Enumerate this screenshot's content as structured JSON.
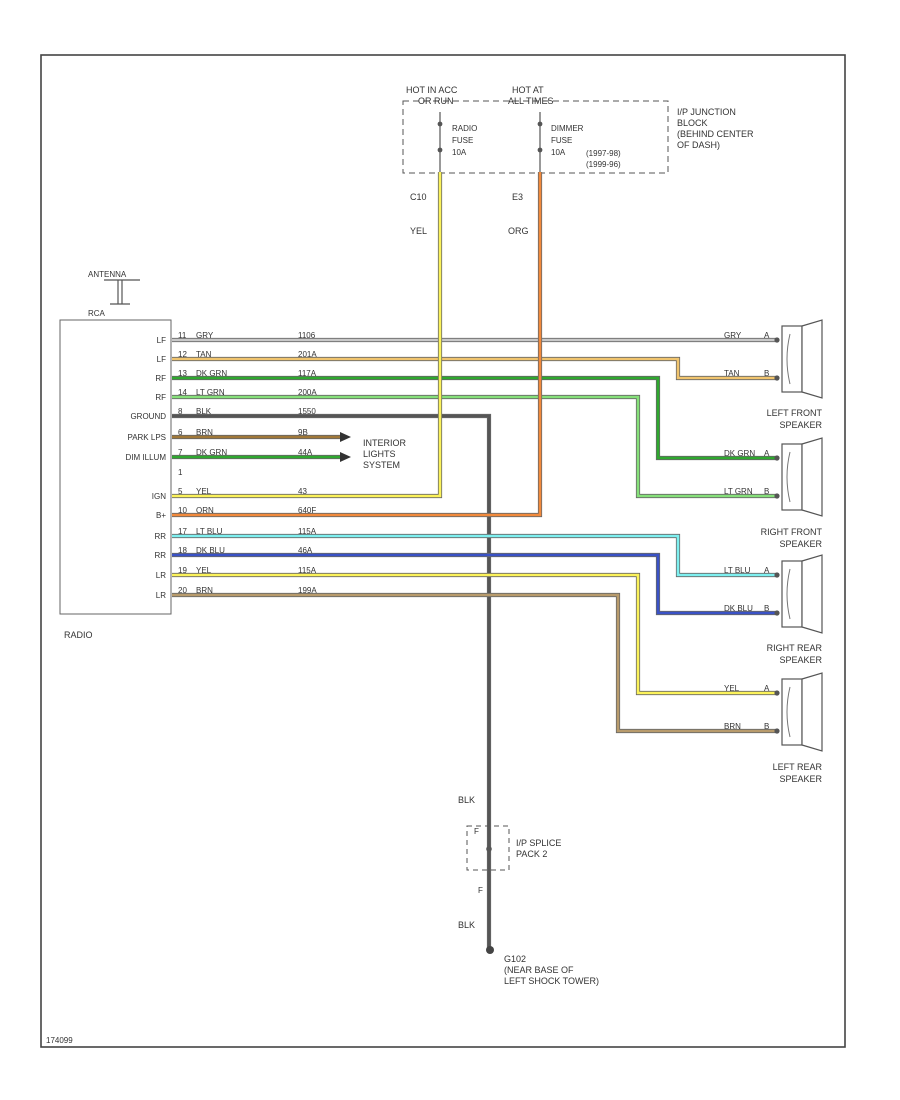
{
  "colors": {
    "GRY": "#c9c9c9",
    "TAN": "#f0c46e",
    "DK GRN": "#2fa82f",
    "LT GRN": "#86e07a",
    "BLK": "#555555",
    "BRN": "#a07838",
    "YEL": "#fbf25a",
    "ORN": "#f28a3c",
    "LT BLU": "#7ef0f0",
    "DK BLU": "#3a52c6",
    "GRY/TAN": "#b89b6c"
  },
  "fuse_block": {
    "hot_left_1": "HOT IN ACC",
    "hot_left_2": "OR RUN",
    "hot_right_1": "HOT AT",
    "hot_right_2": "ALL TIMES",
    "fuse_left": [
      "RADIO",
      "FUSE",
      "10A"
    ],
    "fuse_right": [
      "DIMMER",
      "FUSE",
      "10A"
    ],
    "fuse_right_notes": [
      "(1997-98)",
      "(1999-96)"
    ],
    "label": [
      "I/P JUNCTION",
      "BLOCK",
      "(BEHIND CENTER",
      "OF DASH)"
    ],
    "terminal_left": "C10",
    "terminal_right": "E3",
    "wire_left": "YEL",
    "wire_right": "ORG"
  },
  "antenna": {
    "label": "ANTENNA",
    "connector": "RCA"
  },
  "radio": {
    "label": "RADIO",
    "pins": [
      "LF",
      "LF",
      "RF",
      "RF",
      "GROUND",
      "PARK LPS",
      "DIM ILLUM",
      "",
      "IGN",
      "B+",
      "RR",
      "RR",
      "LR",
      "LR"
    ]
  },
  "wires": [
    {
      "pin": "11",
      "color": "GRY",
      "circuit": "1106"
    },
    {
      "pin": "12",
      "color": "TAN",
      "circuit": "201A"
    },
    {
      "pin": "13",
      "color": "DK GRN",
      "circuit": "117A"
    },
    {
      "pin": "14",
      "color": "LT GRN",
      "circuit": "200A"
    },
    {
      "pin": "8",
      "color": "BLK",
      "circuit": "1550"
    },
    {
      "pin": "6",
      "color": "BRN",
      "circuit": "9B"
    },
    {
      "pin": "7",
      "color": "DK GRN",
      "circuit": "44A"
    },
    {
      "pin": "1",
      "color": "",
      "circuit": ""
    },
    {
      "pin": "5",
      "color": "YEL",
      "circuit": "43"
    },
    {
      "pin": "10",
      "color": "ORN",
      "circuit": "640F"
    },
    {
      "pin": "17",
      "color": "LT BLU",
      "circuit": "115A"
    },
    {
      "pin": "18",
      "color": "DK BLU",
      "circuit": "46A"
    },
    {
      "pin": "19",
      "color": "YEL",
      "circuit": "115A"
    },
    {
      "pin": "20",
      "color": "BRN",
      "circuit": "199A"
    }
  ],
  "interior": [
    "INTERIOR",
    "LIGHTS",
    "SYSTEM"
  ],
  "speakers": [
    {
      "label": [
        "LEFT FRONT",
        "SPEAKER"
      ],
      "wire_a": "GRY",
      "wire_b": "TAN"
    },
    {
      "label": [
        "RIGHT FRONT",
        "SPEAKER"
      ],
      "wire_a": "DK GRN",
      "wire_b": "LT GRN"
    },
    {
      "label": [
        "RIGHT REAR",
        "SPEAKER"
      ],
      "wire_a": "LT BLU",
      "wire_b": "DK BLU"
    },
    {
      "label": [
        "LEFT REAR",
        "SPEAKER"
      ],
      "wire_a": "YEL",
      "wire_b": "BRN"
    }
  ],
  "pin_a": "A",
  "pin_b": "B",
  "splice": {
    "wire_top": "BLK",
    "wire_bottom": "BLK",
    "label": [
      "I/P SPLICE",
      "PACK 2"
    ],
    "pin_top": "F",
    "pin_bottom": "F"
  },
  "ground": {
    "label": [
      "G102",
      "(NEAR BASE OF",
      "LEFT SHOCK TOWER)"
    ]
  },
  "footer_code": "174099"
}
